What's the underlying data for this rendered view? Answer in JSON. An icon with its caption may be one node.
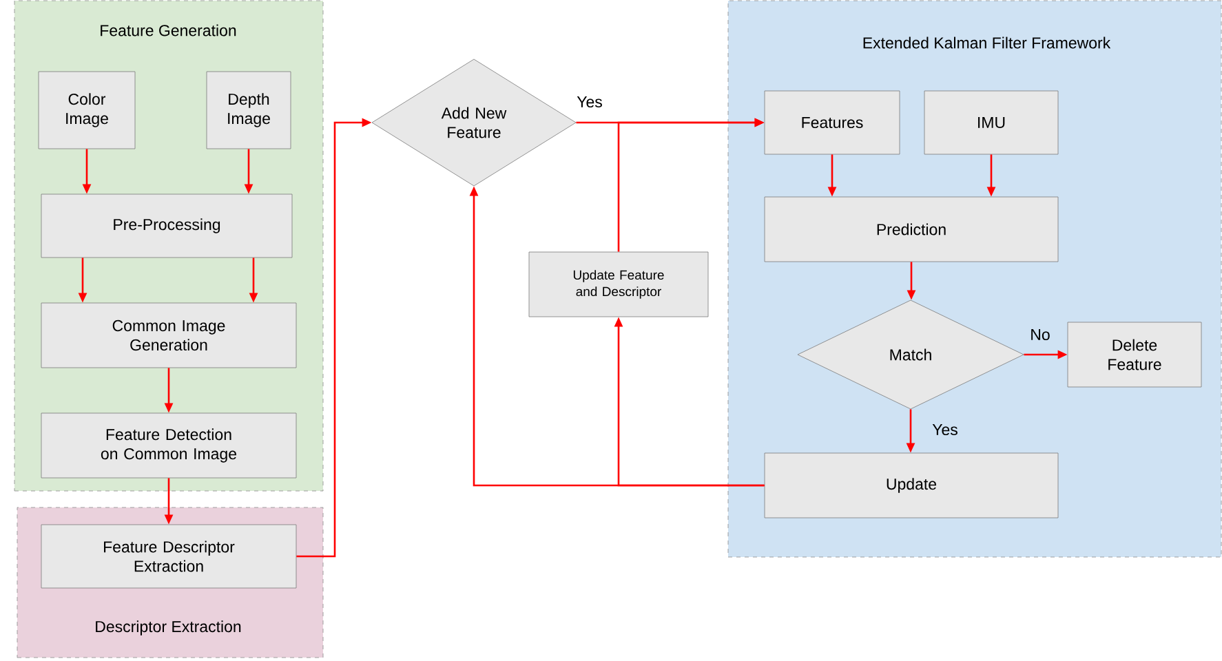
{
  "diagram": {
    "nodes": [
      {
        "text": [
          "Feature Generation"
        ]
      },
      {
        "text": [
          "Color Image"
        ],
        "in": 0
      },
      {
        "text": [
          "Depth Image"
        ],
        "in": 0
      },
      {
        "text": [
          "Pre-Processing"
        ],
        "in": 0
      },
      {
        "text": [
          "Common Image Generation"
        ],
        "in": 0
      },
      {
        "text": [
          "Feature Detection on Common Image"
        ],
        "in": 0
      },
      {
        "text": [
          "Descriptor Extraction"
        ]
      },
      {
        "text": [
          "Feature Descriptor Extraction"
        ],
        "in": 6
      },
      {
        "text": [
          "Add New Feature"
        ]
      },
      {
        "text": [
          "Update Feature and Descriptor"
        ]
      },
      {
        "text": [
          "Extended Kalman Filter Framework"
        ]
      },
      {
        "text": [
          "Features"
        ],
        "in": 10
      },
      {
        "text": [
          "IMU"
        ],
        "in": 10
      },
      {
        "text": [
          "Prediction"
        ],
        "in": 10
      },
      {
        "text": [
          "Match"
        ],
        "in": 10
      },
      {
        "text": [
          "Delete Feature"
        ],
        "in": 10
      },
      {
        "text": [
          "Update"
        ],
        "in": 10
      }
    ],
    "edges": [
      {
        "from": 1,
        "to": 3,
        "arrow": "to"
      },
      {
        "from": 2,
        "to": 3,
        "arrow": "to"
      },
      {
        "from": 3,
        "to": 4,
        "arrow": "to"
      },
      {
        "from": 3,
        "to": 4,
        "arrow": "to"
      },
      {
        "from": 4,
        "to": 5,
        "arrow": "to"
      },
      {
        "from": 5,
        "to": 7,
        "arrow": "to"
      },
      {
        "from": 7,
        "to": 8,
        "arrow": "to"
      },
      {
        "from": 8,
        "to": 11,
        "arrow": "to",
        "label": "Yes"
      },
      {
        "from": 9,
        "to": 11,
        "arrow": "to"
      },
      {
        "from": 11,
        "to": 13,
        "arrow": "to"
      },
      {
        "from": 12,
        "to": 13,
        "arrow": "to"
      },
      {
        "from": 13,
        "to": 14,
        "arrow": "to"
      },
      {
        "from": 14,
        "to": 15,
        "arrow": "to",
        "label": "No"
      },
      {
        "from": 14,
        "to": 16,
        "arrow": "to",
        "label": "Yes"
      },
      {
        "from": 16,
        "to": 8,
        "arrow": "to"
      },
      {
        "from": 16,
        "to": 9,
        "arrow": "to"
      }
    ]
  }
}
